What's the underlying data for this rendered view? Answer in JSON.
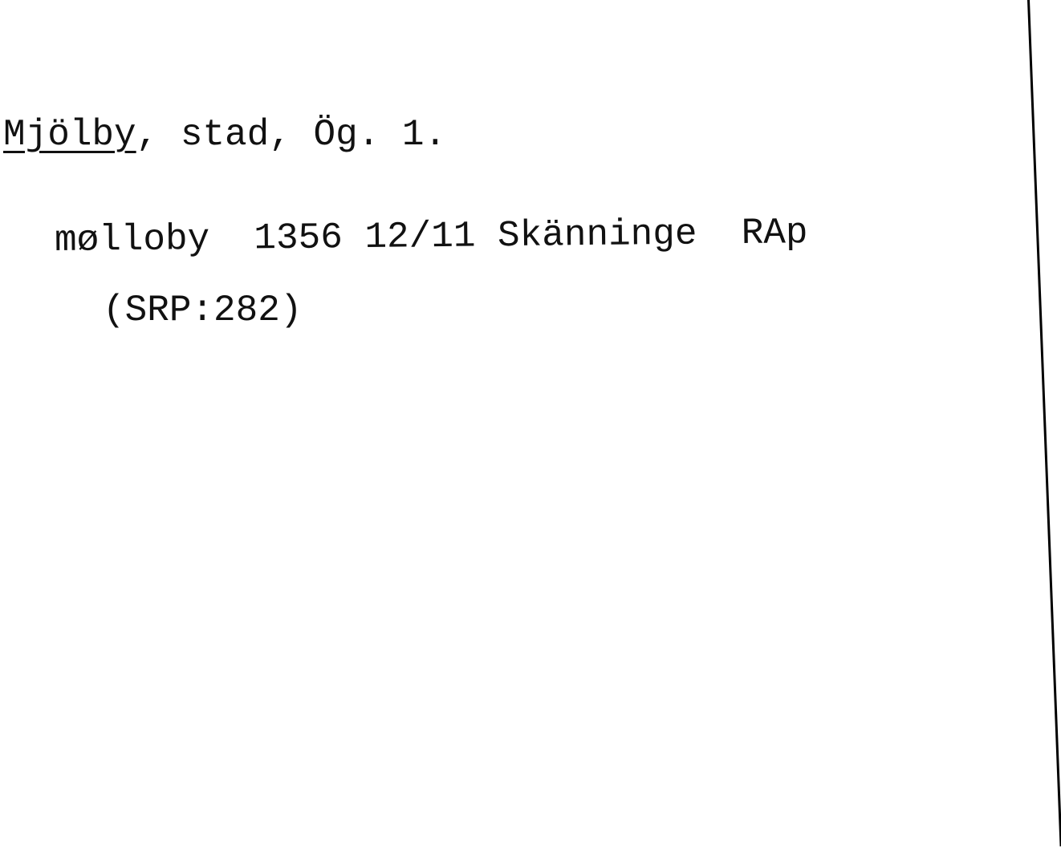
{
  "card": {
    "heading": {
      "place_name": "Mjölby",
      "rest": ", stad, Ög. 1."
    },
    "entry": {
      "form_line": "møllob y  1356 12/11 Skänninge  RAp",
      "source": "(SRP:282)"
    }
  }
}
